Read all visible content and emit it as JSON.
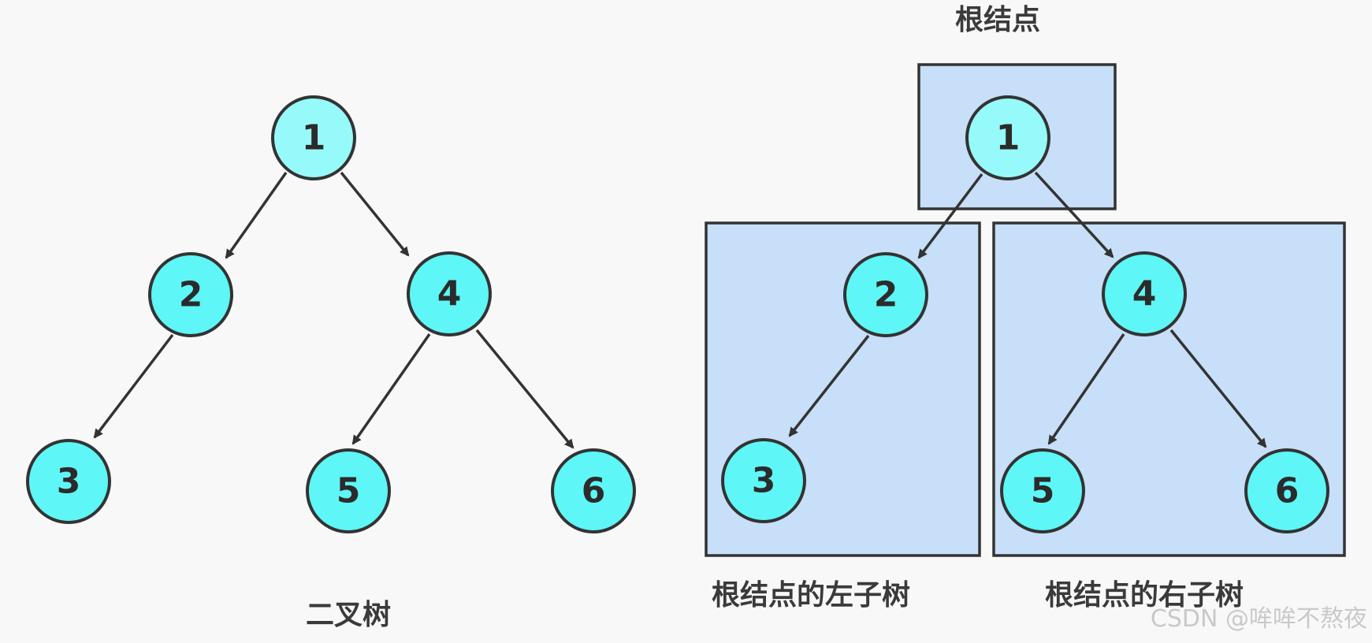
{
  "left_tree": {
    "caption": "二叉树",
    "nodes": [
      "1",
      "2",
      "4",
      "3",
      "5",
      "6"
    ]
  },
  "right_tree": {
    "root_caption": "根结点",
    "left_subtree_caption": "根结点的左子树",
    "right_subtree_caption": "根结点的右子树",
    "nodes": [
      "1",
      "2",
      "4",
      "3",
      "5",
      "6"
    ]
  },
  "edges": [
    [
      "1",
      "2"
    ],
    [
      "1",
      "4"
    ],
    [
      "2",
      "3"
    ],
    [
      "4",
      "5"
    ],
    [
      "4",
      "6"
    ]
  ],
  "colors": {
    "node_fill": "#5ef6f6",
    "root_fill": "#97fafa",
    "region_fill": "#c7dff8",
    "stroke": "#333333",
    "background": "#f8f8f8"
  },
  "watermark": "CSDN @哞哞不熬夜"
}
